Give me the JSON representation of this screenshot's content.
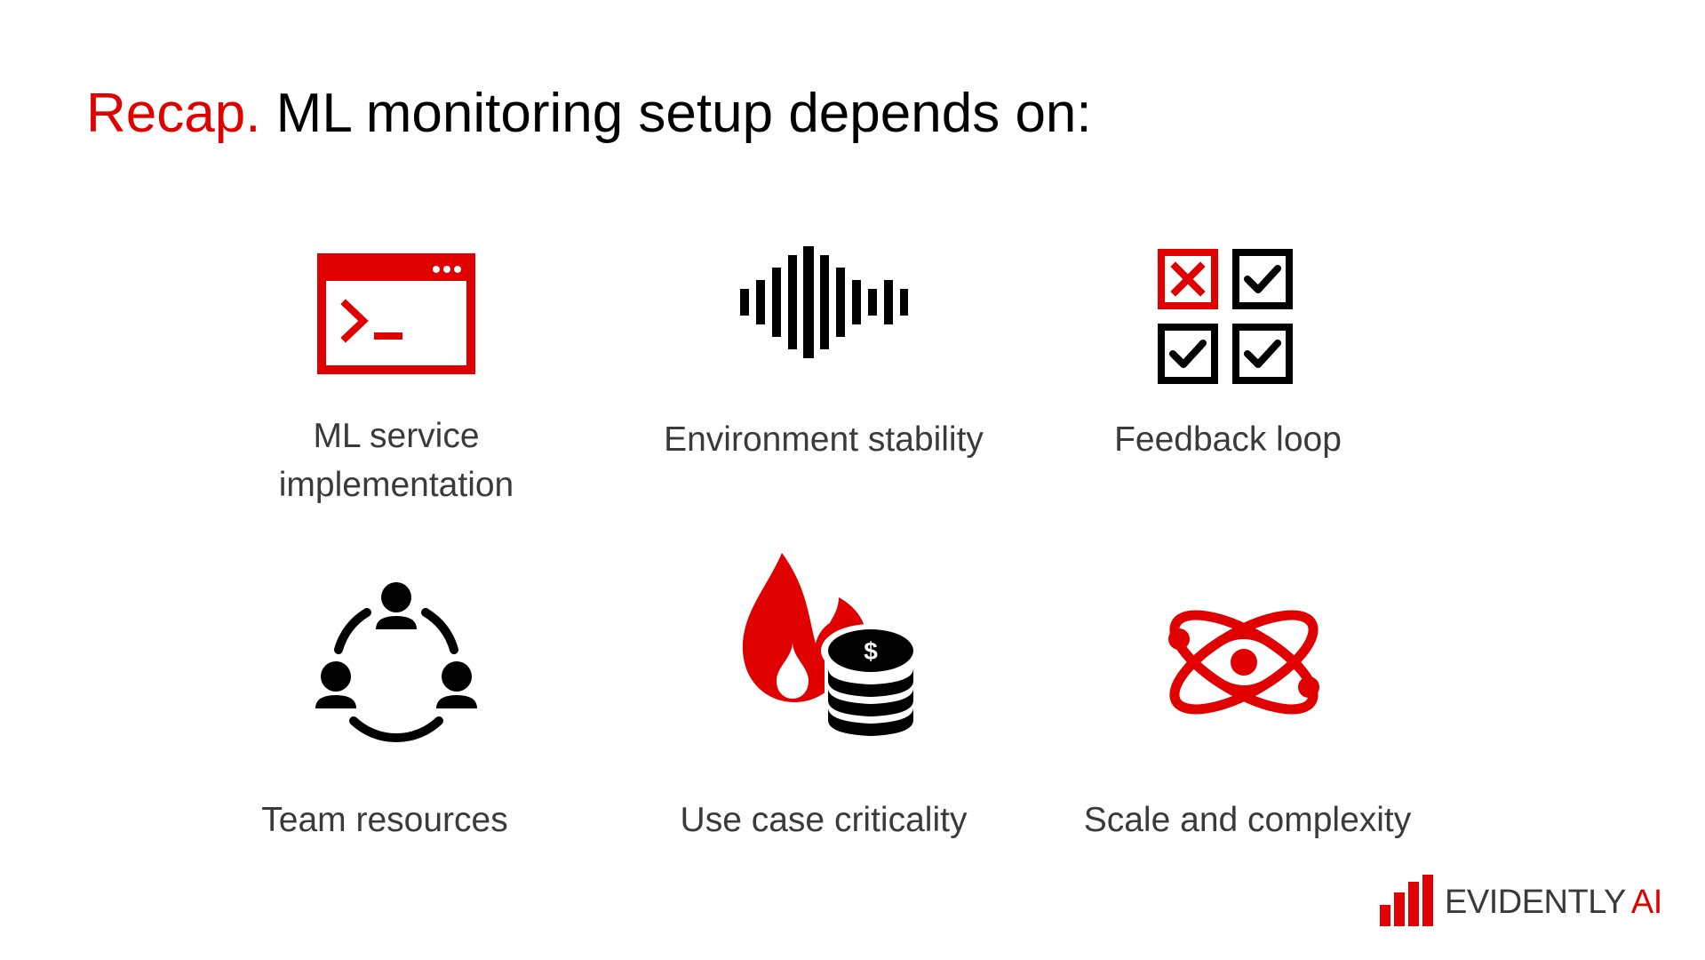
{
  "slide": {
    "title_accent": "Recap.",
    "title_rest": " ML monitoring setup depends on:"
  },
  "items": [
    {
      "label_lines": [
        "ML service",
        "implementation"
      ],
      "icon": "terminal-window-icon"
    },
    {
      "label_lines": [
        "Environment stability"
      ],
      "icon": "sound-wave-icon"
    },
    {
      "label_lines": [
        "Feedback loop"
      ],
      "icon": "checkbox-grid-icon"
    },
    {
      "label_lines": [
        "Team resources"
      ],
      "icon": "team-circle-icon"
    },
    {
      "label_lines": [
        "Use case criticality"
      ],
      "icon": "fire-coins-icon"
    },
    {
      "label_lines": [
        "Scale and complexity"
      ],
      "icon": "atom-icon"
    }
  ],
  "logo": {
    "text": "EVIDENTLY",
    "accent_text": "AI",
    "icon": "bar-chart-logo-icon"
  },
  "colors": {
    "accent": "#e10000",
    "dark": "#000000",
    "label": "#3a3a3a"
  }
}
